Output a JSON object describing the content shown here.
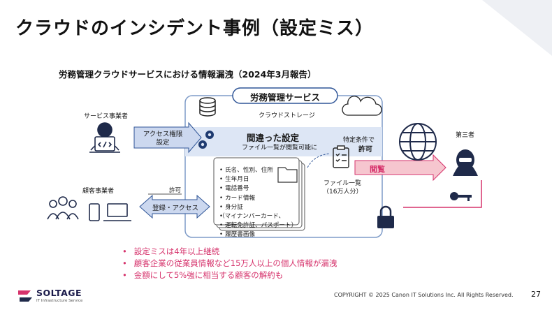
{
  "title": "クラウドのインシデント事例（設定ミス）",
  "subtitle": "労務管理クラウドサービスにおける情報漏洩（2024年3月報告）",
  "diagram": {
    "service_box_title": "労務管理サービス",
    "cloud_storage_label": "クラウドストレージ",
    "service_provider_label": "サービス事業者",
    "access_arrow_label": "アクセス権限\n設定",
    "misconfig_title": "間違った設定",
    "misconfig_desc": "ファイル一覧が閲覧可能に",
    "condition_line1": "特定条件で",
    "condition_line2": "許可",
    "view_label": "閲覧",
    "third_party_label": "第三者",
    "file_list_label": "ファイル一覧\n（16万人分）",
    "permit_label": "許可",
    "customer_label": "顧客事業者",
    "register_label": "登録・アクセス",
    "data_items": [
      "氏名、性別、住所",
      "生年月日",
      "電話番号",
      "カード情報",
      "身分証",
      "（マイナンバーカード、",
      "運転免許証、パスポート）",
      "履歴書画像"
    ]
  },
  "bullets": [
    "設定ミスは4年以上継続",
    "顧客企業の従業員情報など15万人以上の個人情報が漏洩",
    "金額にして5%強に相当する顧客の解約も"
  ],
  "footer": {
    "copyright": "COPYRIGHT © 2025 Canon IT Solutions Inc. All Rights Reserved.",
    "page_number": "27",
    "logo": "SOLTAGE",
    "logo_sub": "IT Infrastructure Service"
  },
  "colors": {
    "accent_blue": "#2f5597",
    "light_blue": "#dde6f5",
    "pink": "#d6336c",
    "arrow_pink": "#f6c6cf"
  }
}
